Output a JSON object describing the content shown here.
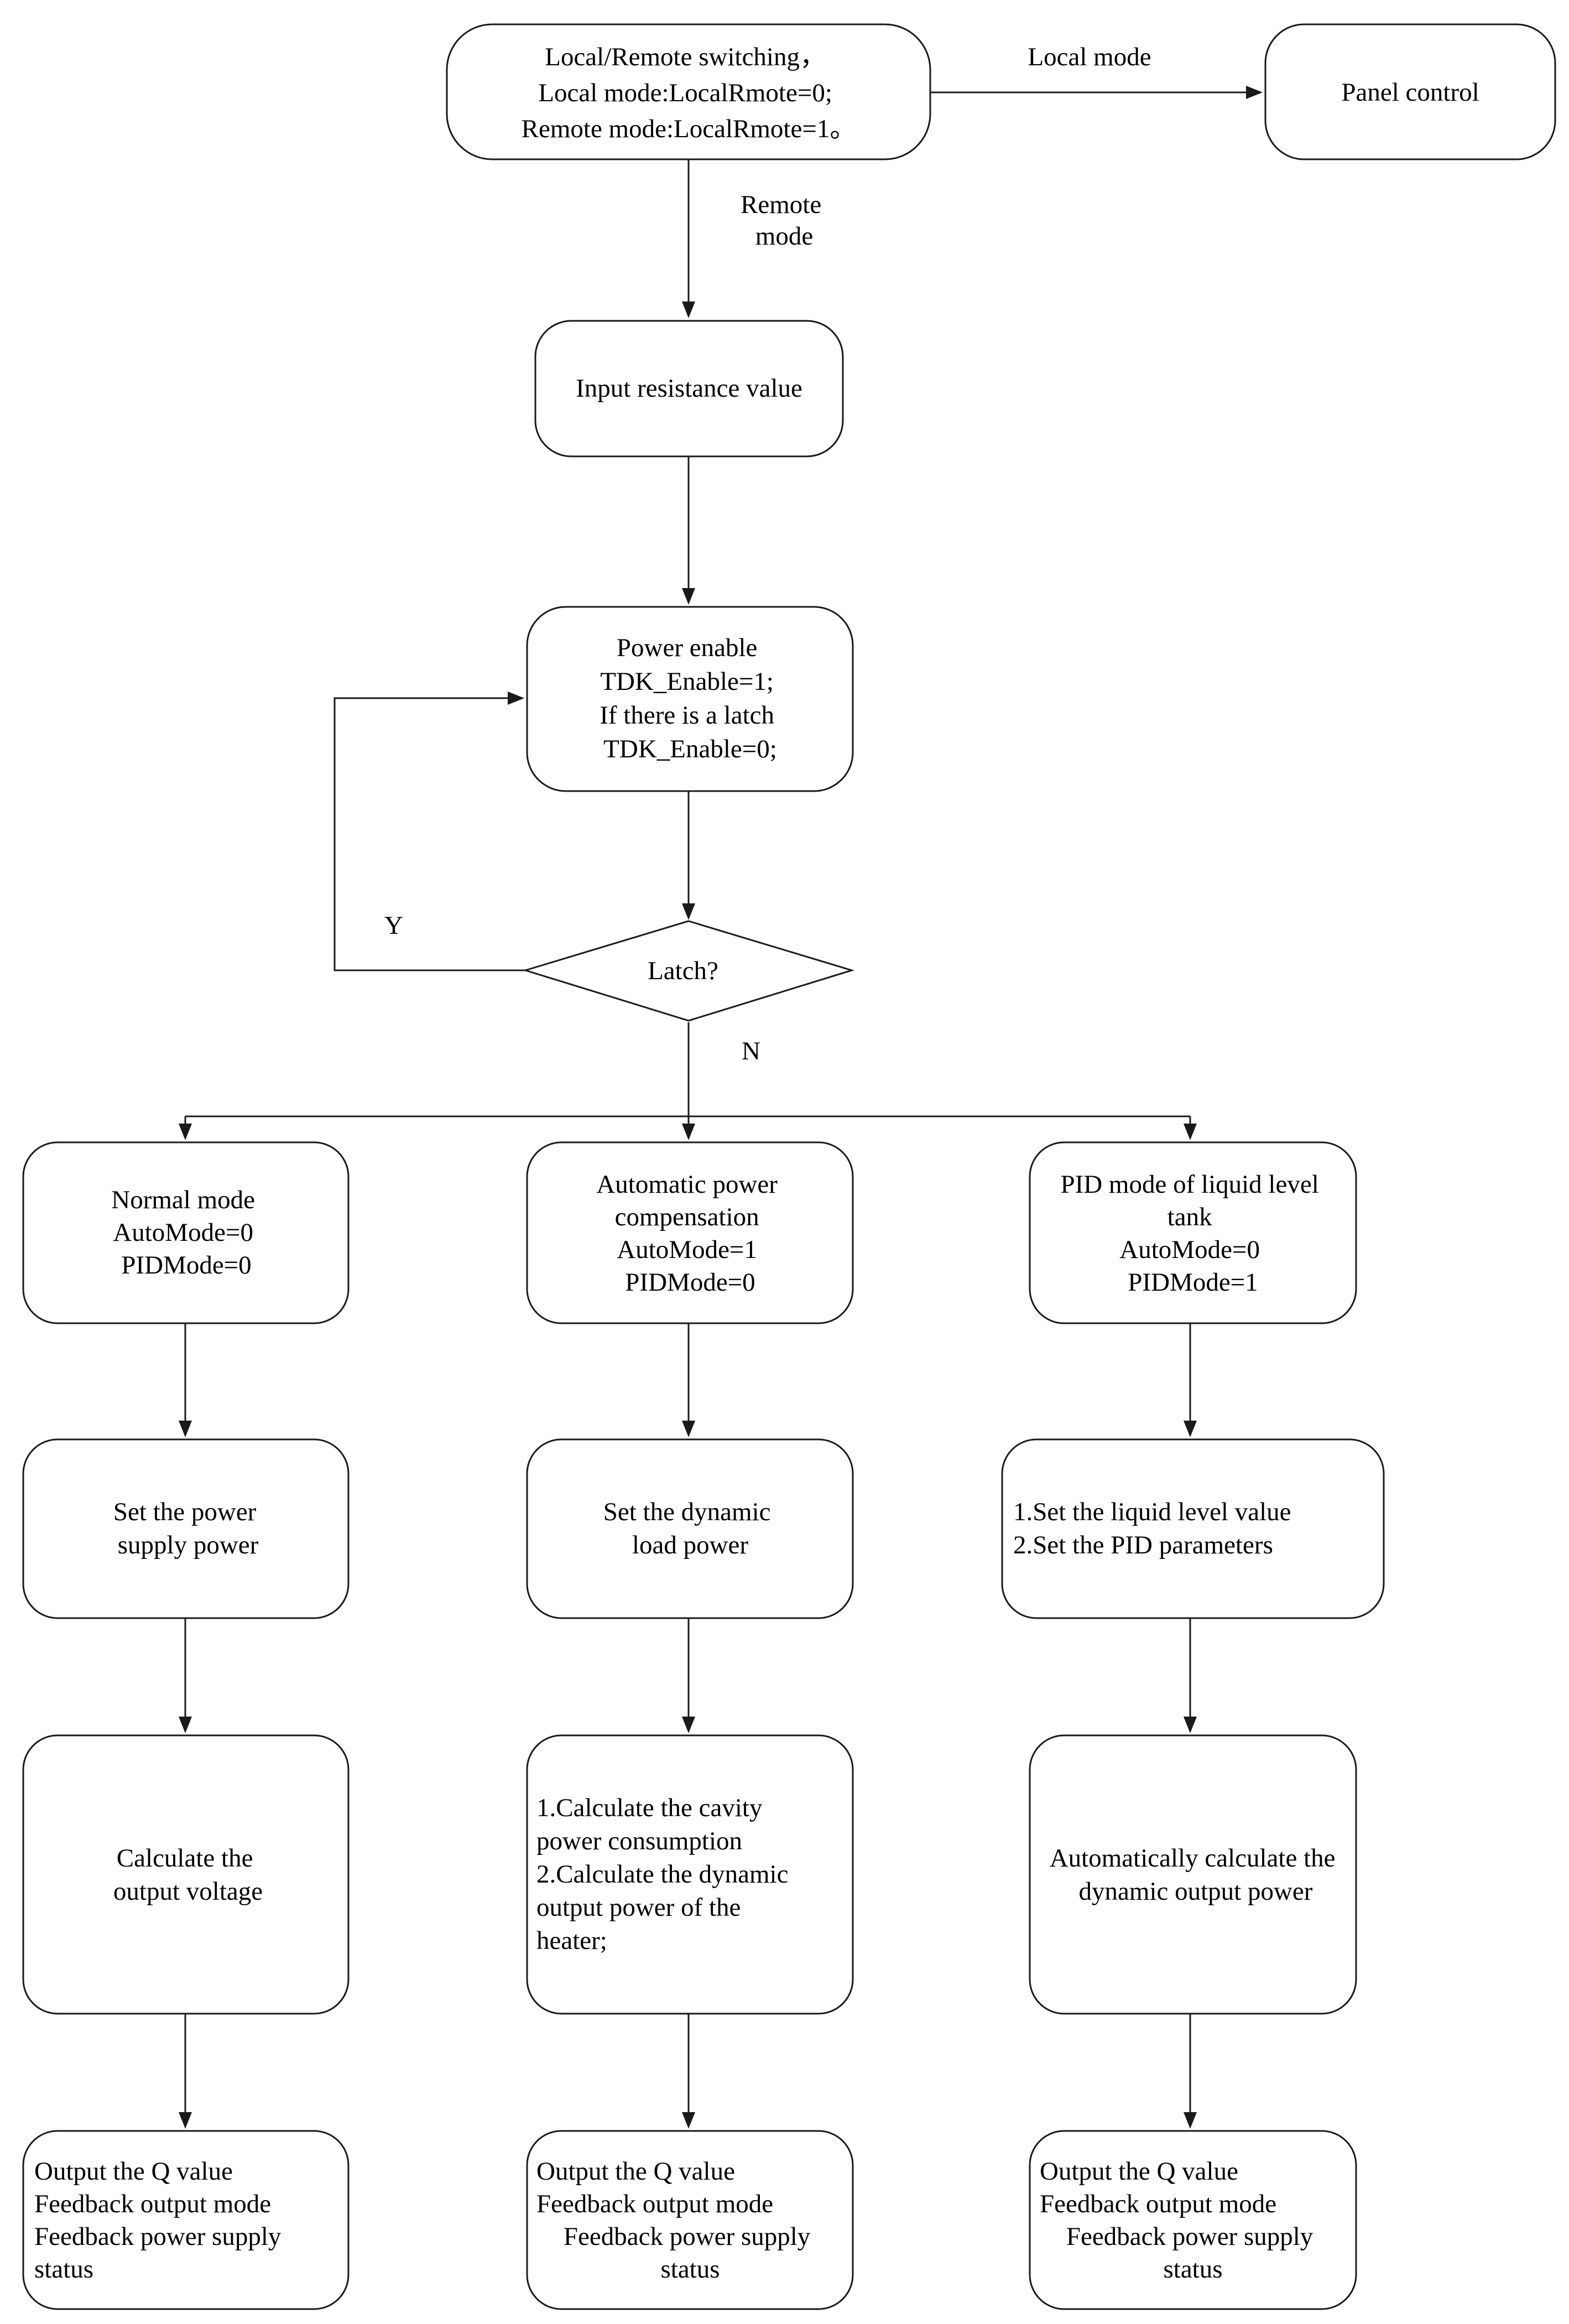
{
  "nodes": {
    "switching": [
      "Local/Remote switching，",
      "Local mode:LocalRmote=0;",
      "Remote mode:LocalRmote=1。"
    ],
    "panel_control": [
      "Panel control"
    ],
    "input_resistance": [
      "Input resistance value"
    ],
    "power_enable": [
      "Power enable",
      "TDK_Enable=1;",
      "If there is a latch",
      "TDK_Enable=0;"
    ],
    "latch_decision": [
      "Latch?"
    ],
    "normal_mode": [
      "Normal mode",
      "AutoMode=0",
      "PIDMode=0"
    ],
    "auto_compensation": [
      "Automatic power",
      "compensation",
      "AutoMode=1",
      "PIDMode=0"
    ],
    "pid_mode": [
      "PID mode of liquid level",
      "tank",
      "AutoMode=0",
      "PIDMode=1"
    ],
    "set_supply_power": [
      "Set the power",
      "supply power"
    ],
    "set_dynamic_load": [
      "Set the dynamic",
      "load power"
    ],
    "set_liquid_pid": [
      "1.Set the liquid level value",
      "2.Set the PID parameters"
    ],
    "calc_output_voltage": [
      "Calculate the",
      "output voltage"
    ],
    "calc_cavity_heater": [
      "1.Calculate the cavity",
      "power consumption",
      "2.Calculate the dynamic",
      "output power of the",
      "heater;"
    ],
    "auto_calc_dynamic": [
      "Automatically calculate the",
      "dynamic output power"
    ],
    "output_normal": [
      "Output the Q value",
      "Feedback output mode",
      "Feedback power supply",
      "status"
    ],
    "output_auto": [
      "Output the Q value",
      "Feedback output mode",
      "Feedback power supply",
      "status"
    ],
    "output_pid": [
      "Output the Q value",
      "Feedback output mode",
      "Feedback power supply",
      "status"
    ]
  },
  "edge_labels": {
    "local_mode": "Local mode",
    "remote_mode": [
      "Remote",
      "mode"
    ],
    "yes": "Y",
    "no": "N"
  },
  "colors": {
    "stroke": "#1a1a1a",
    "text": "#000000",
    "background": "#ffffff"
  }
}
